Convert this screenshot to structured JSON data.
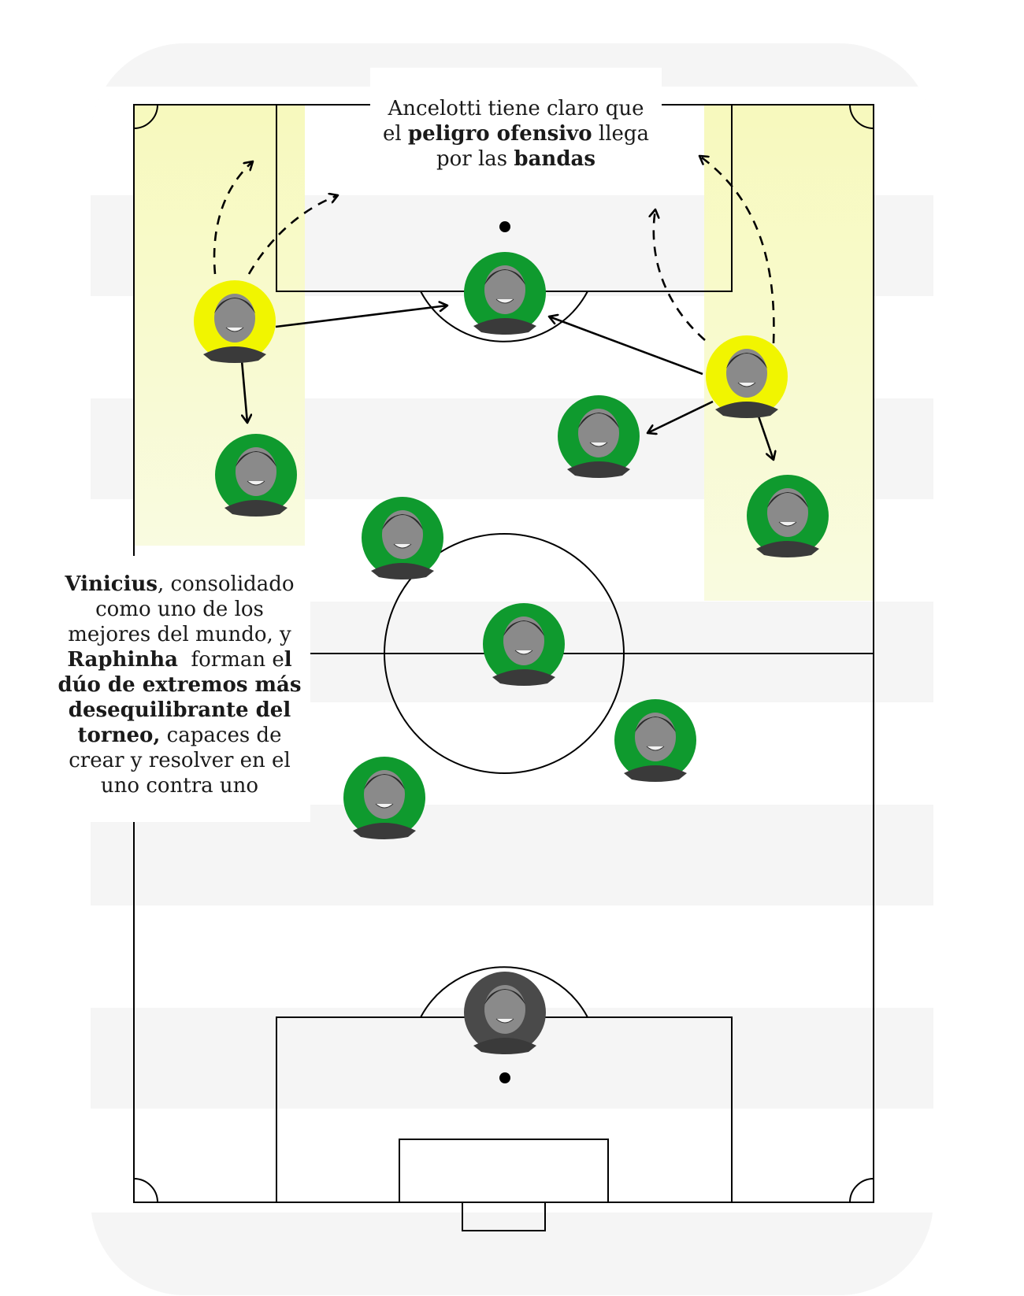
{
  "annotation_top": {
    "line1": "Ancelotti tiene claro que",
    "line2_a": "el ",
    "line2_b": "peligro ofensivo",
    "line2_c": " llega",
    "line3_a": "por las ",
    "line3_b": "bandas"
  },
  "annotation_left": {
    "l1_bold": "Vinicius",
    "l1_rest": ", consolidado",
    "l2": "como uno de los",
    "l3": "mejores del mundo, y",
    "l4_bold": "Raphinha",
    "l4_rest": "  forman e",
    "l4_bold2": "l",
    "l5_bold": "dúo de extremos más",
    "l6_bold": "desequilibrante del",
    "l7_bold": "torneo,",
    "l7_rest": " capaces de",
    "l8": "crear y resolver en el",
    "l9": "uno contra uno"
  },
  "colors": {
    "pitch_line": "#000000",
    "stripe": "#f7f7f7",
    "highlight_zone": "#f8f9c6",
    "player_ring": "#0f9a2e",
    "highlight_ring": "#f1f500",
    "goalkeeper_ring": "#4a4a4a"
  },
  "players": [
    {
      "id": "forward-center",
      "ring": "green"
    },
    {
      "id": "left-winger",
      "ring": "yellow"
    },
    {
      "id": "right-winger",
      "ring": "yellow"
    },
    {
      "id": "left-back",
      "ring": "green"
    },
    {
      "id": "right-midfielder",
      "ring": "green"
    },
    {
      "id": "right-back",
      "ring": "green"
    },
    {
      "id": "left-midfielder",
      "ring": "green"
    },
    {
      "id": "defensive-midfielder",
      "ring": "green"
    },
    {
      "id": "center-back-right",
      "ring": "green"
    },
    {
      "id": "center-back-left",
      "ring": "green"
    },
    {
      "id": "goalkeeper",
      "ring": "gray"
    }
  ]
}
